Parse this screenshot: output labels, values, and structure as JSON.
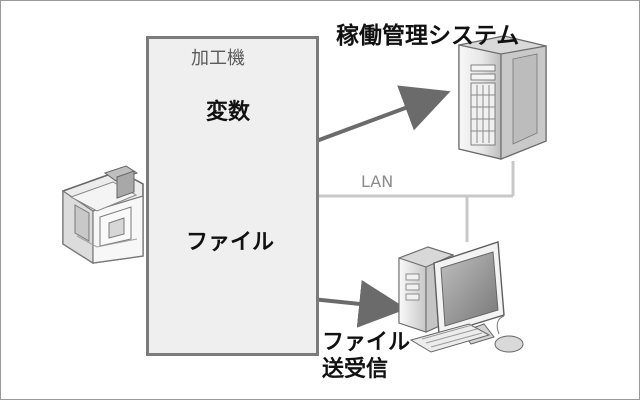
{
  "diagram": {
    "machine_title": "加工機",
    "variables_label": "変数",
    "file_label": "ファイル",
    "operations_system_label": "稼働管理システム",
    "lan_label": "LAN",
    "file_transfer_line_1": "ファイル",
    "file_transfer_line_2": "送受信"
  },
  "icons": {
    "machine": "cnc-machine-illustration",
    "variables_grid": "grid-icon",
    "file": "document-icon",
    "server": "server-tower-icon",
    "pc": "desktop-computer-icon"
  },
  "colors": {
    "panel_border": "#7b7b7b",
    "panel_fill": "#efefef",
    "arrow": "#6b6b6b",
    "network_line": "#c8c8c8"
  }
}
